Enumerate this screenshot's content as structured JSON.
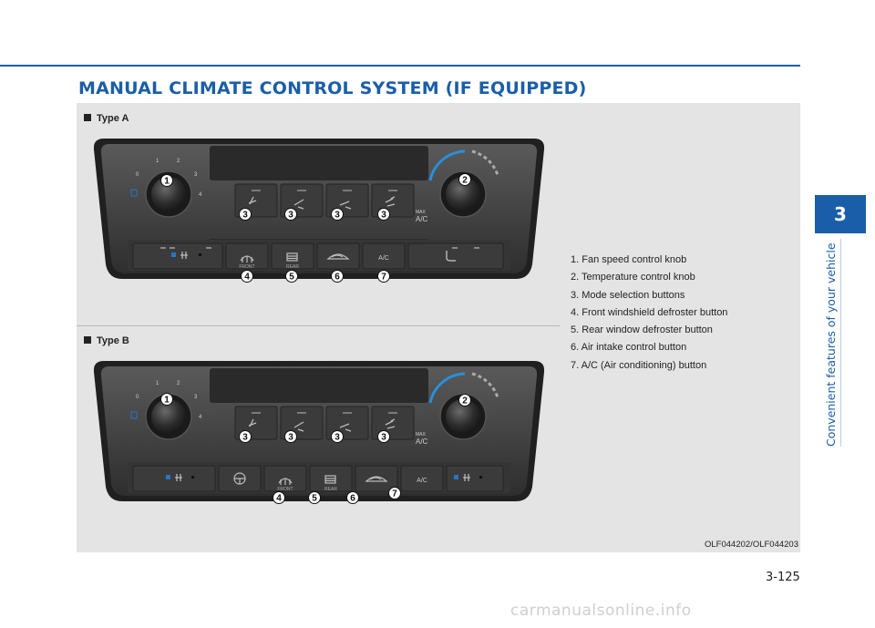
{
  "header": {
    "title": "MANUAL CLIMATE CONTROL SYSTEM (IF EQUIPPED)"
  },
  "side_tab": {
    "chapter_number": "3",
    "chapter_title": "Convenient features of your vehicle"
  },
  "figure": {
    "type_a_label": "Type A",
    "type_b_label": "Type B",
    "code": "OLF044202/OLF044203",
    "panel_text": {
      "fan_scale_0": "0",
      "fan_scale_1": "1",
      "fan_scale_2": "2",
      "fan_scale_3": "3",
      "fan_scale_4": "4",
      "max": "MAX",
      "ac": "A/C",
      "front": "FRONT",
      "rear": "REAR"
    },
    "callouts": {
      "c1": "1",
      "c2": "2",
      "c3": "3",
      "c4": "4",
      "c5": "5",
      "c6": "6",
      "c7": "7"
    }
  },
  "legend": [
    "1. Fan speed control knob",
    "2. Temperature control knob",
    "3. Mode selection buttons",
    "4. Front windshield defroster button",
    "5. Rear window defroster button",
    "6. Air intake control button",
    "7. A/C (Air conditioning) button"
  ],
  "footer": {
    "page_number": "3-125",
    "watermark": "carmanualsonline.info"
  },
  "colors": {
    "accent": "#1a5ea9",
    "figure_bg": "#e4e4e4",
    "panel": "#3a3a3a"
  }
}
